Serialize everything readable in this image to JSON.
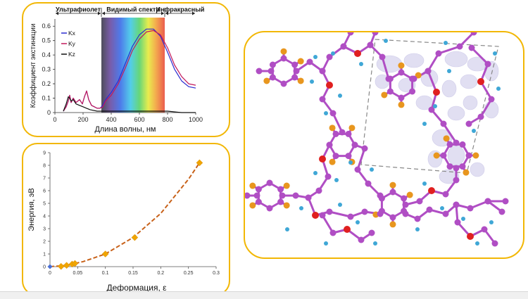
{
  "colors": {
    "panel_border": "#f2b705",
    "kx": "#2b2bd0",
    "ky": "#c2185b",
    "kz": "#111111",
    "fit_line": "#c8621a",
    "points": "#f0a500",
    "origin_point": "#4a6fd4",
    "carbon": "#b04ec4",
    "oxygen": "#e02020",
    "hydrogen": "#3fa7d6",
    "fluorine": "#e8961e",
    "density": "#c9c5e8"
  },
  "chart_data": [
    {
      "type": "line",
      "title": "",
      "xlabel": "Длина волны, нм",
      "ylabel": "Коэффициент экстинкции",
      "xlim": [
        0,
        1000
      ],
      "ylim": [
        0,
        0.65
      ],
      "xticks": [
        "0",
        "200",
        "400",
        "600",
        "800",
        "1000"
      ],
      "yticks": [
        "0",
        "0.1",
        "0.2",
        "0.3",
        "0.4",
        "0.5",
        "0.6"
      ],
      "regions": [
        {
          "label": "Ультрафиолет",
          "range": [
            0,
            330
          ]
        },
        {
          "label": "Видимый спектр",
          "range": [
            330,
            780
          ]
        },
        {
          "label": "Инфракрасный",
          "range": [
            780,
            1000
          ]
        }
      ],
      "legend_position": "top-left",
      "series": [
        {
          "name": "Kx",
          "color": "#2b2bd0",
          "x": [
            60,
            80,
            95,
            105,
            115,
            130,
            150,
            175,
            195,
            210,
            225,
            240,
            260,
            280,
            300,
            320,
            340,
            360,
            400,
            450,
            500,
            550,
            600,
            650,
            700,
            750,
            800,
            850,
            900,
            950,
            1000
          ],
          "y": [
            0.01,
            0.04,
            0.08,
            0.12,
            0.07,
            0.1,
            0.07,
            0.09,
            0.06,
            0.11,
            0.15,
            0.09,
            0.05,
            0.04,
            0.03,
            0.03,
            0.05,
            0.09,
            0.14,
            0.22,
            0.34,
            0.46,
            0.54,
            0.58,
            0.58,
            0.53,
            0.42,
            0.3,
            0.22,
            0.18,
            0.17
          ]
        },
        {
          "name": "Ky",
          "color": "#c2185b",
          "x": [
            60,
            80,
            95,
            105,
            115,
            130,
            150,
            175,
            195,
            210,
            225,
            240,
            260,
            280,
            300,
            320,
            340,
            360,
            400,
            450,
            500,
            550,
            600,
            650,
            700,
            750,
            800,
            850,
            900,
            950,
            1000
          ],
          "y": [
            0.01,
            0.04,
            0.08,
            0.12,
            0.07,
            0.1,
            0.07,
            0.09,
            0.06,
            0.11,
            0.15,
            0.09,
            0.05,
            0.04,
            0.03,
            0.03,
            0.04,
            0.08,
            0.12,
            0.2,
            0.31,
            0.43,
            0.51,
            0.56,
            0.57,
            0.54,
            0.45,
            0.33,
            0.25,
            0.2,
            0.19
          ]
        },
        {
          "name": "Kz",
          "color": "#111111",
          "x": [
            60,
            80,
            95,
            105,
            115,
            130,
            150,
            175,
            200,
            225,
            250,
            300,
            350,
            400,
            500,
            600,
            700,
            800,
            900,
            1000
          ],
          "y": [
            0.01,
            0.06,
            0.11,
            0.1,
            0.08,
            0.09,
            0.06,
            0.05,
            0.04,
            0.03,
            0.02,
            0.01,
            0.01,
            0.01,
            0.01,
            0.01,
            0.01,
            0.01,
            0.0,
            0.0
          ]
        }
      ]
    },
    {
      "type": "scatter",
      "title": "",
      "xlabel": "Деформация, ε",
      "ylabel": "Энергия, эВ",
      "xlim": [
        0,
        0.3
      ],
      "ylim": [
        0,
        9
      ],
      "xticks": [
        "0",
        "0.05",
        "0.1",
        "0.15",
        "0.2",
        "0.25",
        "0.3"
      ],
      "yticks": [
        "0",
        "1",
        "2",
        "3",
        "4",
        "5",
        "6",
        "7",
        "8",
        "9"
      ],
      "points": [
        {
          "x": 0.0,
          "y": 0.0,
          "kind": "origin"
        },
        {
          "x": 0.02,
          "y": 0.02,
          "kind": "data"
        },
        {
          "x": 0.03,
          "y": 0.1,
          "kind": "data"
        },
        {
          "x": 0.04,
          "y": 0.2,
          "kind": "data"
        },
        {
          "x": 0.045,
          "y": 0.25,
          "kind": "data"
        },
        {
          "x": 0.1,
          "y": 1.0,
          "kind": "data"
        },
        {
          "x": 0.153,
          "y": 2.3,
          "kind": "data"
        },
        {
          "x": 0.27,
          "y": 8.2,
          "kind": "data"
        }
      ],
      "fit": {
        "style": "dashed",
        "x": [
          0.0,
          0.03,
          0.06,
          0.1,
          0.15,
          0.2,
          0.25,
          0.27
        ],
        "y": [
          0.0,
          0.1,
          0.4,
          1.0,
          2.3,
          4.2,
          6.9,
          8.2
        ]
      }
    }
  ],
  "figure": {
    "name": "molecular-structure",
    "visible_text": ""
  }
}
